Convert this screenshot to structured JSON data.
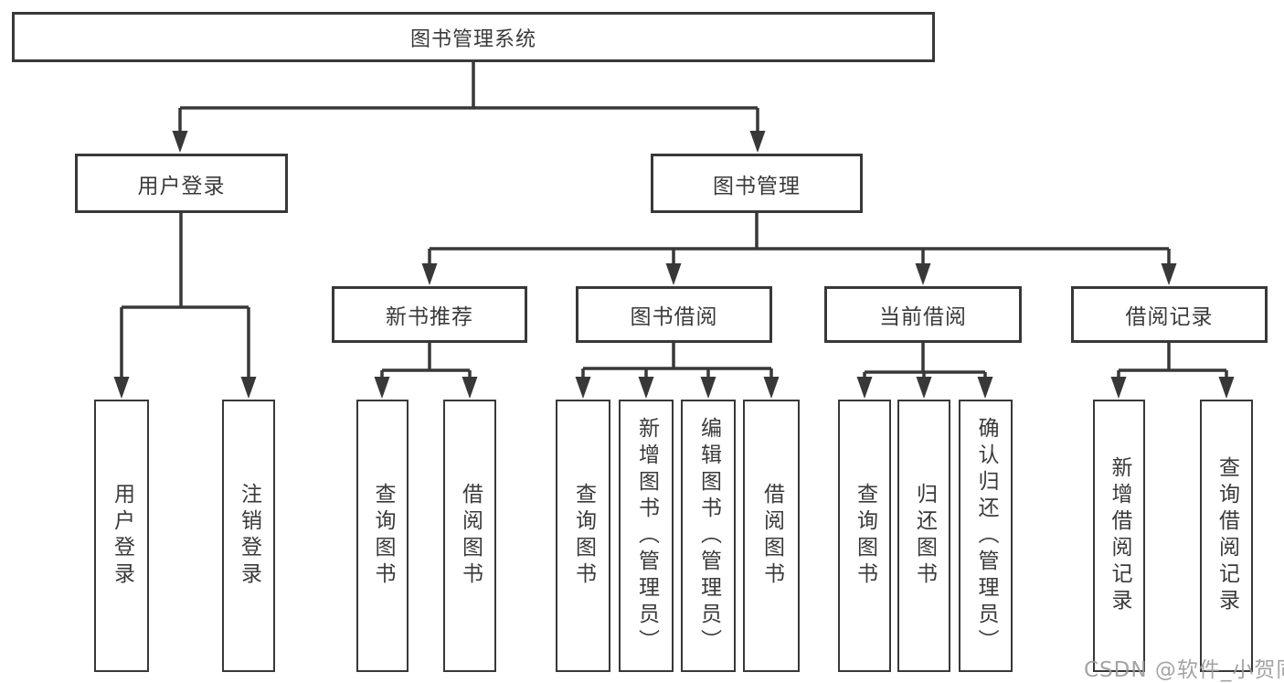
{
  "diagram": {
    "title_node": {
      "label": "图书管理系统"
    },
    "level2": [
      {
        "id": "user-login",
        "label": "用户登录"
      },
      {
        "id": "book-management",
        "label": "图书管理"
      }
    ],
    "level3": [
      {
        "id": "new-book-recommend",
        "label": "新书推荐"
      },
      {
        "id": "book-borrow",
        "label": "图书借阅"
      },
      {
        "id": "current-borrow",
        "label": "当前借阅"
      },
      {
        "id": "borrow-record",
        "label": "借阅记录"
      }
    ],
    "groups": {
      "user_login": {
        "children": [
          "用户登录",
          "注销登录"
        ]
      },
      "new_book": {
        "children": [
          "查询图书",
          "借阅图书"
        ]
      },
      "book_borrow": {
        "children": [
          "查询图书",
          "新增图书（管理员）",
          "编辑图书（管理员）",
          "借阅图书"
        ]
      },
      "current_borrow": {
        "children": [
          "查询图书",
          "归还图书",
          "确认归还（管理员）"
        ]
      },
      "borrow_record": {
        "children": [
          "新增借阅记录",
          "查询借阅记录"
        ]
      }
    },
    "colors": {
      "line": "#383838",
      "box_background": "#ffffff",
      "text": "#3a3a3a",
      "watermark": "#9a9a9a"
    },
    "watermark": "CSDN @软件_小贺同学"
  }
}
